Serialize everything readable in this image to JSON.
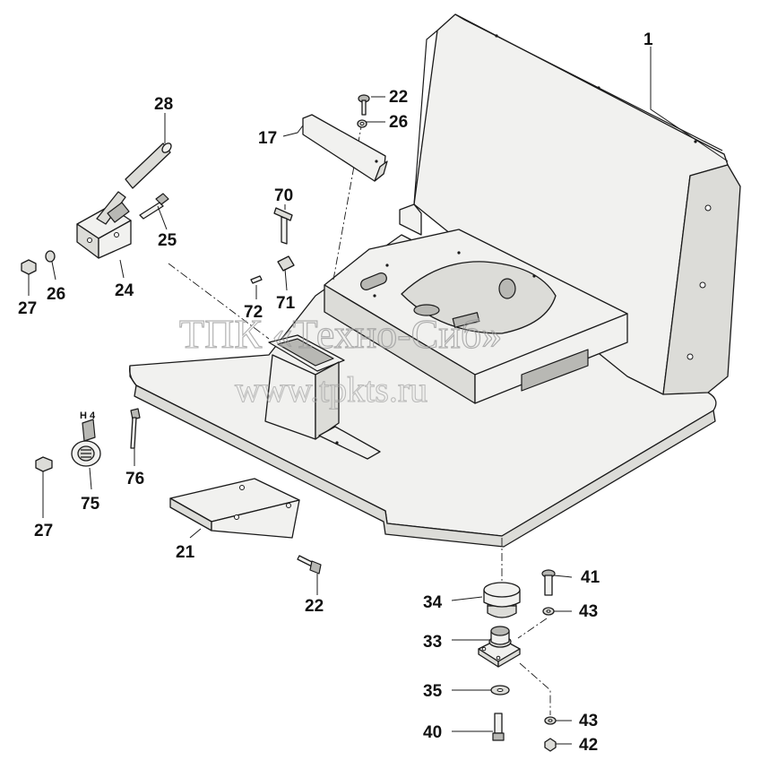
{
  "watermark": {
    "line1": "ТПК «Техно-Сиб»",
    "line2": "www.tpkts.ru"
  },
  "switch_marking": "H 4",
  "callouts": {
    "c1": "1",
    "c28": "28",
    "c22a": "22",
    "c26a": "26",
    "c17": "17",
    "c70": "70",
    "c25": "25",
    "c27a": "27",
    "c26b": "26",
    "c24": "24",
    "c72": "72",
    "c71": "71",
    "c76": "76",
    "c75": "75",
    "c27b": "27",
    "c21": "21",
    "c22b": "22",
    "c34": "34",
    "c41": "41",
    "c43a": "43",
    "c33": "33",
    "c35": "35",
    "c43b": "43",
    "c40": "40",
    "c42": "42"
  }
}
